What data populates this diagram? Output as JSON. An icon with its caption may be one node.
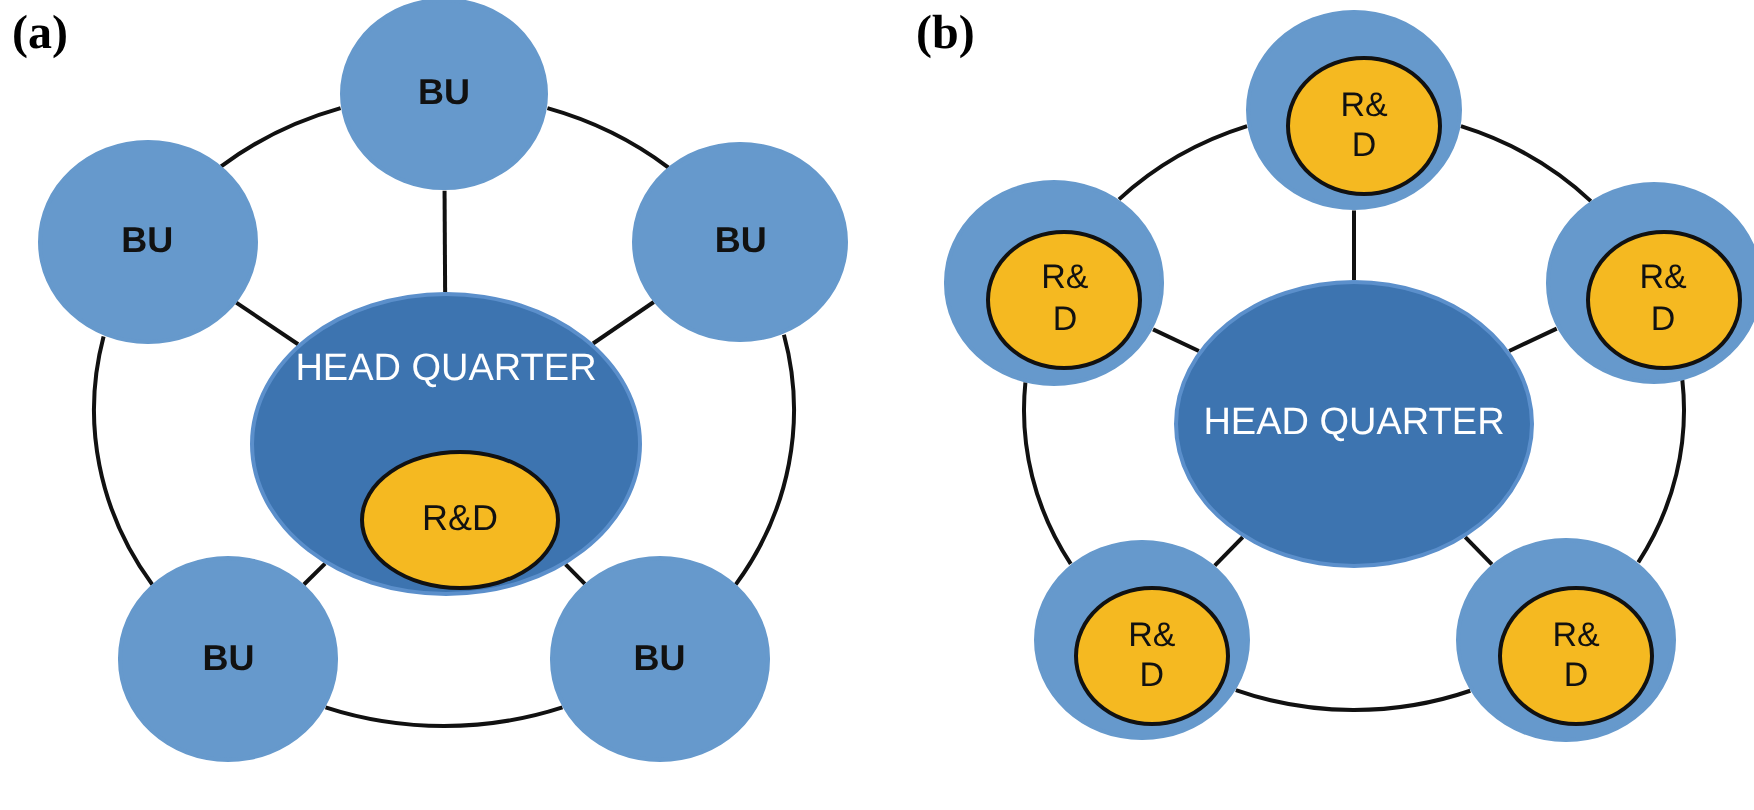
{
  "diagram": {
    "nodes": [
      {
        "text": [
          "BU"
        ]
      },
      {
        "text": [
          "BU"
        ]
      },
      {
        "text": [
          "BU"
        ]
      },
      {
        "text": [
          "HEAD QUARTER"
        ]
      },
      {
        "text": [
          "R&D"
        ],
        "in": 3
      },
      {
        "text": [
          "BU"
        ]
      },
      {
        "text": [
          "BU"
        ]
      },
      {
        "text": [],
        "shape": "circle"
      },
      {
        "text": [
          "R& D"
        ],
        "in": 7
      },
      {
        "text": [],
        "shape": "circle"
      },
      {
        "text": [
          "R& D"
        ],
        "in": 9
      },
      {
        "text": [],
        "shape": "circle"
      },
      {
        "text": [
          "R& D"
        ],
        "in": 11
      },
      {
        "text": [
          "HEAD QUARTER"
        ]
      },
      {
        "text": [],
        "shape": "circle"
      },
      {
        "text": [
          "R& D"
        ],
        "in": 14
      },
      {
        "text": [],
        "shape": "circle"
      },
      {
        "text": [
          "R& D"
        ],
        "in": 16
      }
    ],
    "edges": [
      {
        "from": 3,
        "to": 0,
        "arrow": "none"
      },
      {
        "from": 3,
        "to": 1,
        "arrow": "none"
      },
      {
        "from": 3,
        "to": 2,
        "arrow": "none"
      },
      {
        "from": 3,
        "to": 5,
        "arrow": "none"
      },
      {
        "from": 3,
        "to": 6,
        "arrow": "none"
      },
      {
        "from": 0,
        "to": 2,
        "arrow": "none"
      },
      {
        "from": 2,
        "to": 6,
        "arrow": "none"
      },
      {
        "from": 6,
        "to": 5,
        "arrow": "none"
      },
      {
        "from": 5,
        "to": 1,
        "arrow": "none"
      },
      {
        "from": 1,
        "to": 0,
        "arrow": "none"
      },
      {
        "from": 13,
        "to": 7,
        "arrow": "none"
      },
      {
        "from": 13,
        "to": 9,
        "arrow": "none"
      },
      {
        "from": 13,
        "to": 11,
        "arrow": "none"
      },
      {
        "from": 13,
        "to": 14,
        "arrow": "none"
      },
      {
        "from": 13,
        "to": 16,
        "arrow": "none"
      },
      {
        "from": 7,
        "to": 11,
        "arrow": "none"
      },
      {
        "from": 11,
        "to": 16,
        "arrow": "none"
      },
      {
        "from": 16,
        "to": 14,
        "arrow": "none"
      },
      {
        "from": 14,
        "to": 9,
        "arrow": "none"
      },
      {
        "from": 9,
        "to": 7,
        "arrow": "none"
      }
    ],
    "labels": [
      "(a)",
      "(b)"
    ]
  }
}
